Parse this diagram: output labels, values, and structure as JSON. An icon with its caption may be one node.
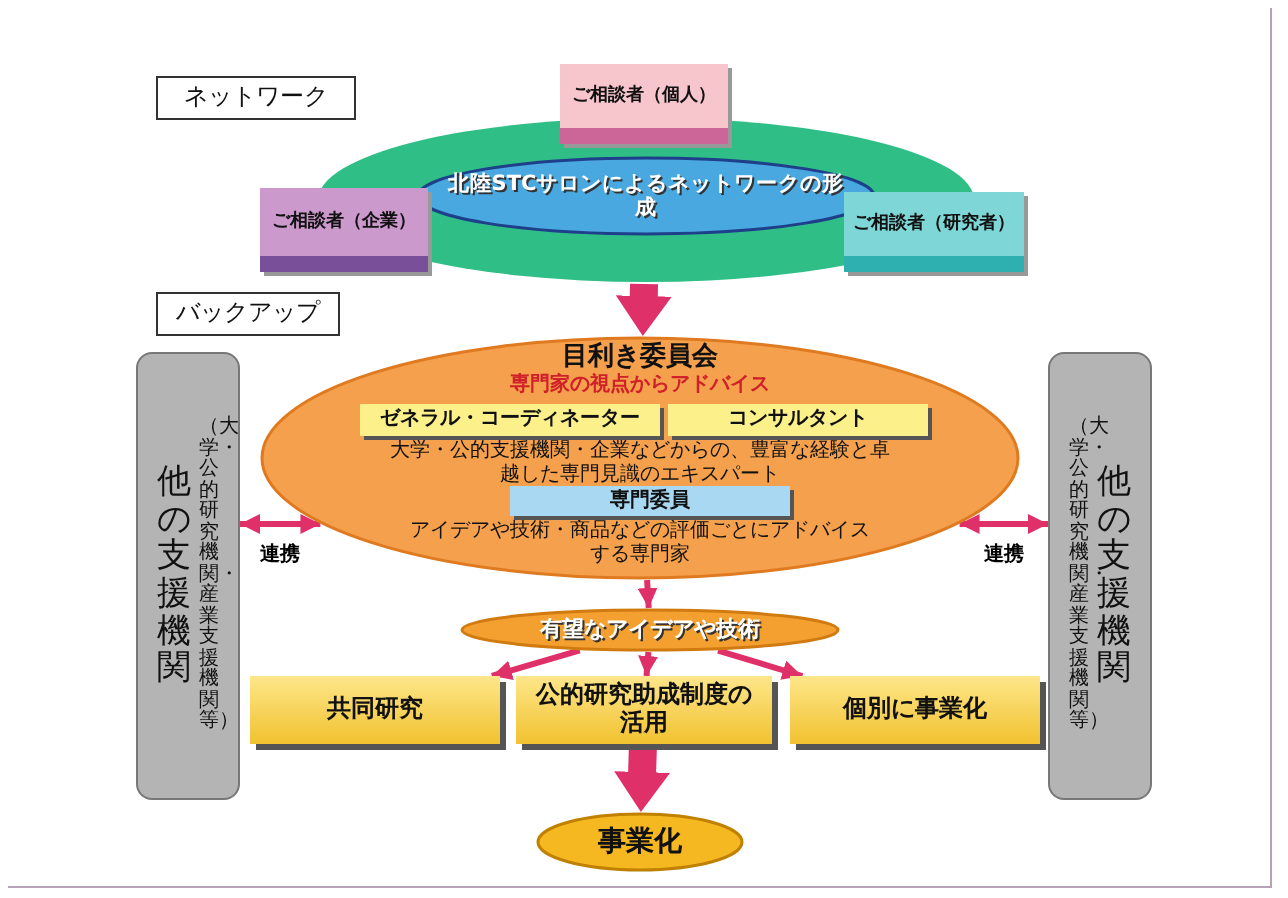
{
  "diagram": {
    "nodes": [
      {
        "text": [
          "ネットワーク"
        ]
      },
      {
        "text": [],
        "shape": "ellipse"
      },
      {
        "text": [
          "北陸STCサロンによるネットワークの形成"
        ],
        "in": 1
      },
      {
        "text": [
          "ご相談者（個人）"
        ]
      },
      {
        "text": [
          "ご相談者（企業）"
        ]
      },
      {
        "text": [
          "ご相談者（研究者）"
        ]
      },
      {
        "text": [
          "バックアップ"
        ]
      },
      {
        "text": [
          "目利き委員会",
          "専門家の視点からアドバイス",
          "大学・公的支援機関・企業などからの、豊富な経験と卓越した専門見識のエキスパート",
          "アイデアや技術・商品などの評価ごとにアドバイスする専門家"
        ]
      },
      {
        "text": [
          "ゼネラル・コーディネーター"
        ],
        "in": 7
      },
      {
        "text": [
          "コンサルタント"
        ],
        "in": 7
      },
      {
        "text": [
          "専門委員"
        ],
        "in": 7
      },
      {
        "text": [
          "他の支援機関",
          "（大学・公的研究機関・産業支援機関等）"
        ]
      },
      {
        "text": [
          "他の支援機関",
          "（大学・公的研究機関・産業支援機関等）"
        ]
      },
      {
        "text": [
          "有望なアイデアや技術"
        ]
      },
      {
        "text": [
          "共同研究"
        ]
      },
      {
        "text": [
          "公的研究助成制度の活用"
        ]
      },
      {
        "text": [
          "個別に事業化"
        ]
      },
      {
        "text": [
          "事業化"
        ]
      }
    ],
    "edges": [
      {
        "from": 1,
        "to": 7,
        "arrow": "to",
        "style": "thick"
      },
      {
        "from": 11,
        "to": 7,
        "arrow": "both",
        "label": "連携"
      },
      {
        "from": 12,
        "to": 7,
        "arrow": "both",
        "label": "連携"
      },
      {
        "from": 7,
        "to": 13,
        "arrow": "to"
      },
      {
        "from": 13,
        "to": 14,
        "arrow": "to"
      },
      {
        "from": 13,
        "to": 15,
        "arrow": "to"
      },
      {
        "from": 13,
        "to": 16,
        "arrow": "to"
      },
      {
        "from": 15,
        "to": 17,
        "arrow": "to",
        "style": "thick"
      }
    ]
  }
}
